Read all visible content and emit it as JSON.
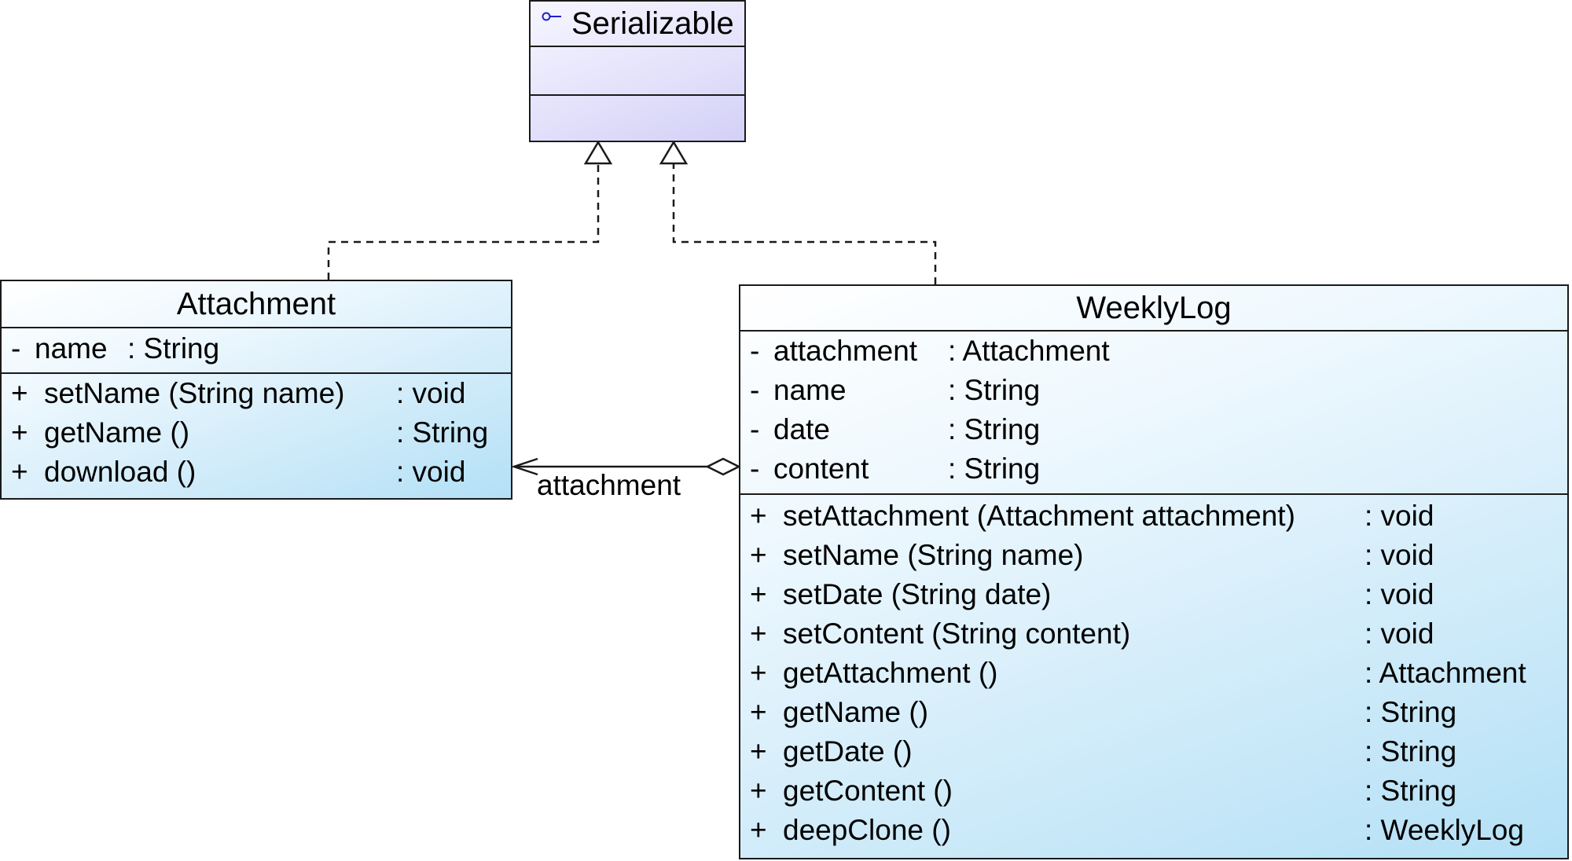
{
  "interface": {
    "name": "Serializable",
    "icon": "interface-lollipop-icon"
  },
  "attachment_class": {
    "name": "Attachment",
    "attributes": [
      {
        "vis": "-",
        "name": "name",
        "type": ": String"
      }
    ],
    "operations": [
      {
        "vis": "+",
        "sig": "setName (String name)",
        "ret": ": void"
      },
      {
        "vis": "+",
        "sig": "getName ()",
        "ret": ": String"
      },
      {
        "vis": "+",
        "sig": "download ()",
        "ret": ": void"
      }
    ]
  },
  "weeklylog_class": {
    "name": "WeeklyLog",
    "attributes": [
      {
        "vis": "-",
        "name": "attachment",
        "type": ": Attachment"
      },
      {
        "vis": "-",
        "name": "name",
        "type": ": String"
      },
      {
        "vis": "-",
        "name": "date",
        "type": ": String"
      },
      {
        "vis": "-",
        "name": "content",
        "type": ": String"
      }
    ],
    "operations": [
      {
        "vis": "+",
        "sig": "setAttachment (Attachment attachment)",
        "ret": ": void"
      },
      {
        "vis": "+",
        "sig": "setName (String name)",
        "ret": ": void"
      },
      {
        "vis": "+",
        "sig": "setDate (String date)",
        "ret": ": void"
      },
      {
        "vis": "+",
        "sig": "setContent (String content)",
        "ret": ": void"
      },
      {
        "vis": "+",
        "sig": "getAttachment ()",
        "ret": ": Attachment"
      },
      {
        "vis": "+",
        "sig": "getName ()",
        "ret": ": String"
      },
      {
        "vis": "+",
        "sig": "getDate ()",
        "ret": ": String"
      },
      {
        "vis": "+",
        "sig": "getContent ()",
        "ret": ": String"
      },
      {
        "vis": "+",
        "sig": "deepClone ()",
        "ret": ": WeeklyLog"
      }
    ]
  },
  "association": {
    "label": "attachment"
  },
  "colors": {
    "interface_fill": "#dcdaf8",
    "class_fill": "#c4e7f8",
    "line": "#1a1a1a"
  }
}
